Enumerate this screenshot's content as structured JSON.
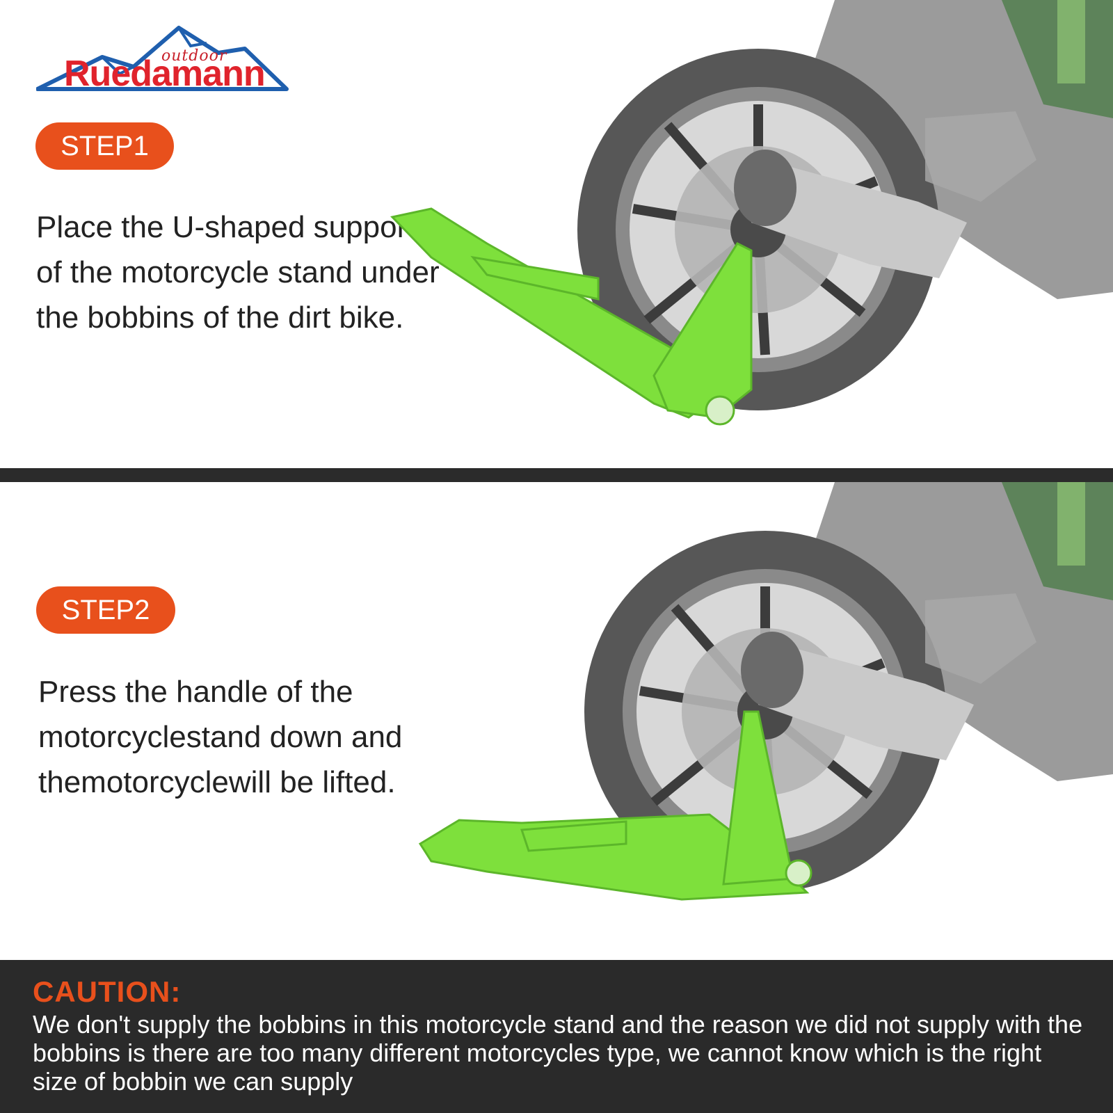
{
  "brand": {
    "name": "Ruedamann",
    "tagline": "outdoor",
    "colors": {
      "red": "#e0232c",
      "blue": "#1f5fae"
    }
  },
  "steps": [
    {
      "label": "STEP1",
      "text": "Place the U-shaped support of the motorcycle stand under the bobbins of the dirt bike."
    },
    {
      "label": "STEP2",
      "text": "Press the handle of the motorcyclestand down and themotorcyclewill be lifted."
    }
  ],
  "caution": {
    "title": "CAUTION:",
    "text": "We don't supply the bobbins in this motorcycle stand and the reason we did not supply with the bobbins is there are too many different motorcycles type, we cannot know which is the right size of bobbin we can supply"
  },
  "colors": {
    "accent_orange": "#e8501c",
    "stand_green": "#7ee03c",
    "dark_band": "#2a2a2a"
  }
}
